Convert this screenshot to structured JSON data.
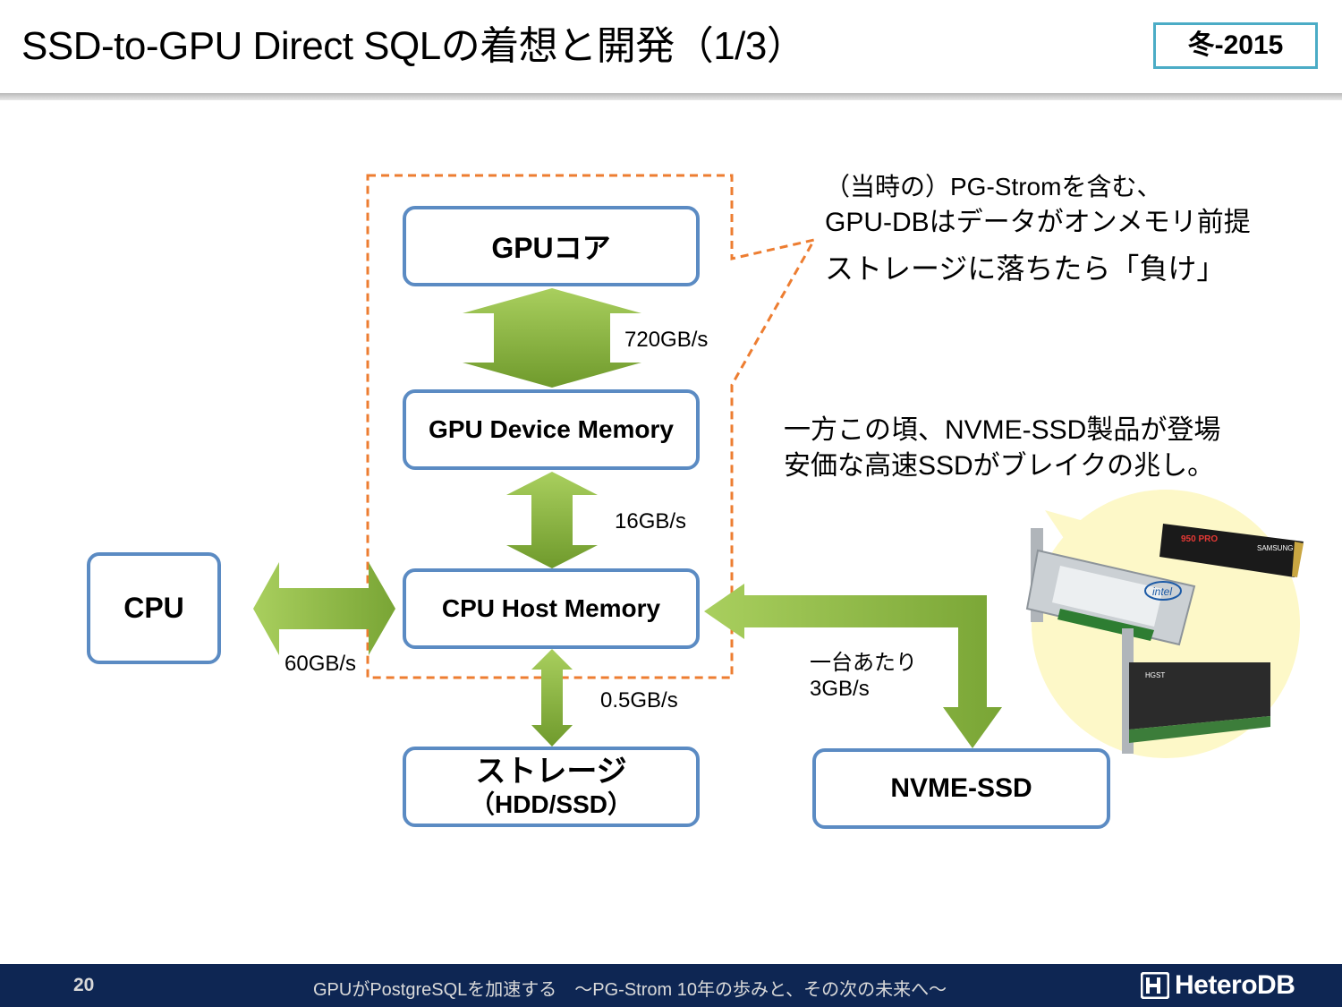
{
  "title": "SSD-to-GPU Direct SQLの着想と開発（1/3）",
  "period_badge": "冬-2015",
  "boxes": {
    "gpu_core": "GPUコア",
    "gpu_device_memory": "GPU Device Memory",
    "cpu_host_memory": "CPU Host Memory",
    "cpu": "CPU",
    "storage_line1": "ストレージ",
    "storage_line2": "（HDD/SSD）",
    "nvme_ssd": "NVME-SSD"
  },
  "bandwidths": {
    "gpu_core_device": "720GB/s",
    "device_host": "16GB/s",
    "cpu_host": "60GB/s",
    "host_storage": "0.5GB/s",
    "nvme_line1": "一台あたり",
    "nvme_line2": "3GB/s"
  },
  "notes": {
    "callout_line1": "（当時の）PG-Stromを含む、",
    "callout_line2": "GPU-DBはデータがオンメモリ前提",
    "callout_line3": "ストレージに落ちたら「負け」",
    "nvme_line1": "一方この頃、NVME-SSD製品が登場",
    "nvme_line2": "安価な高速SSDがブレイクの兆し。"
  },
  "products": {
    "intel_card_label": "intel",
    "samsung_label": "SAMSUNG",
    "samsung_model": "950 PRO",
    "hgst_label": "HGST"
  },
  "footer": {
    "page_number": "20",
    "text": "GPUがPostgreSQLを加速する　～PG-Strom 10年の歩みと、その次の未来へ～",
    "logo": "HeteroDB"
  },
  "colors": {
    "box_border": "#5b8bc3",
    "arrow_green": "#8dba43",
    "dashed_orange": "#ed7d31",
    "badge_border": "#4bacc6",
    "footer_bg": "#0e2653",
    "highlight_yellow": "#fdf8c8"
  }
}
